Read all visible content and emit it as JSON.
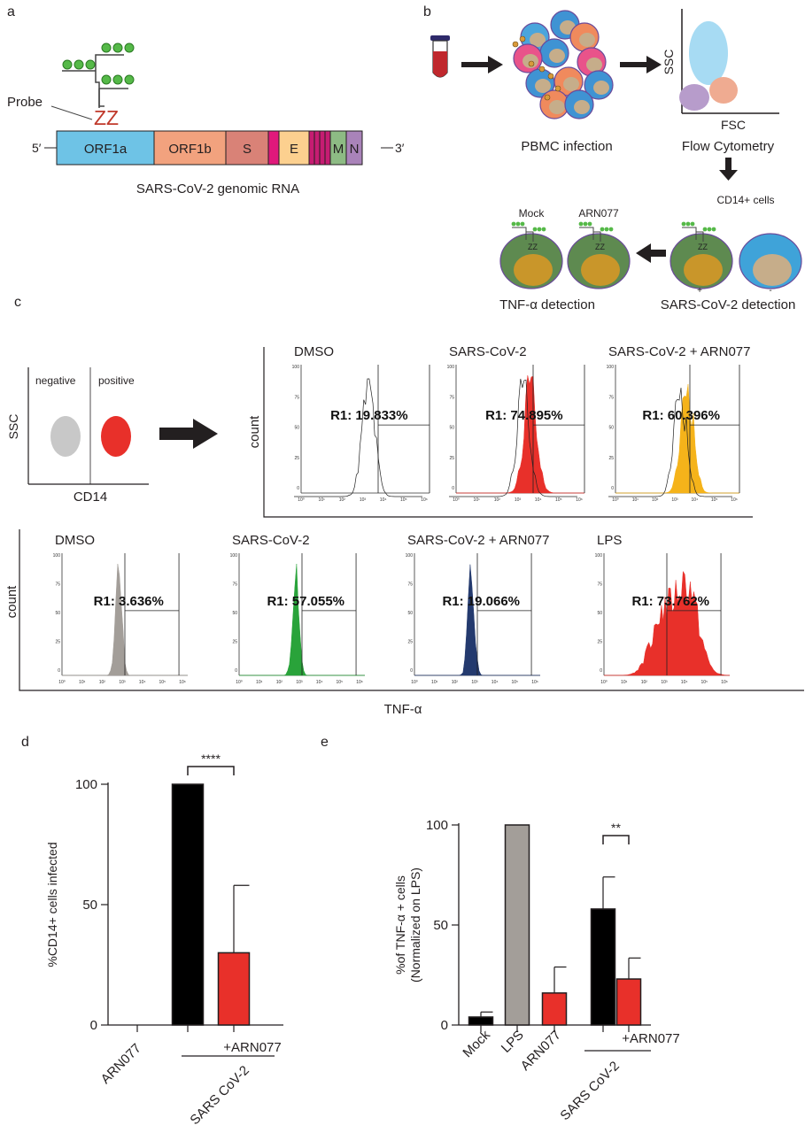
{
  "panel_letters": {
    "a": "a",
    "b": "b",
    "c": "c",
    "d": "d",
    "e": "e"
  },
  "panel_a": {
    "probe_label": "Probe",
    "probe_glyph": "ZZ",
    "five_prime": "5′",
    "three_prime": "3′",
    "caption": "SARS-CoV-2 genomic RNA",
    "segments": [
      {
        "label": "ORF1a",
        "color": "#6ec3e6"
      },
      {
        "label": "ORF1b",
        "color": "#f2a27e"
      },
      {
        "label": "S",
        "color": "#d98277"
      },
      {
        "label": "",
        "color": "#e0197b"
      },
      {
        "label": "E",
        "color": "#fcd08f"
      },
      {
        "label": "",
        "color": "#c61c72"
      },
      {
        "label": "M",
        "color": "#8dbb84"
      },
      {
        "label": "N",
        "color": "#a983b9"
      }
    ]
  },
  "panel_b": {
    "pbmc_label": "PBMC infection",
    "flow_label": "Flow Cytometry",
    "ssc": "SSC",
    "fsc": "FSC",
    "cd14_cells": "CD14+ cells",
    "mock": "Mock",
    "arn077": "ARN077",
    "zz": "ZZ",
    "plus": "+",
    "minus": "-",
    "tnf_detection": "TNF-α detection",
    "sars_detection": "SARS-CoV-2 detection"
  },
  "panel_c": {
    "gate": {
      "negative": "negative",
      "positive": "positive",
      "ssc": "SSC",
      "cd14": "CD14"
    },
    "count_label": "count",
    "tnf_label": "TNF-α",
    "tick_labels": [
      "10⁰",
      "10¹",
      "10²",
      "10³",
      "10⁴",
      "10⁵",
      "10⁶"
    ],
    "y_ticks": [
      "100",
      "75",
      "50",
      "25",
      "0"
    ],
    "top_histograms": [
      {
        "title": "DMSO",
        "r1": "R1: 19.833%",
        "fill": "none"
      },
      {
        "title": "SARS-CoV-2",
        "r1": "R1: 74.895%",
        "fill": "#e8302a"
      },
      {
        "title": "SARS-CoV-2 + ARN077",
        "r1": "R1: 60.396%",
        "fill": "#f5b31a"
      }
    ],
    "bottom_histograms": [
      {
        "title": "DMSO",
        "r1": "R1: 3.636%",
        "fill": "#a39e99"
      },
      {
        "title": "SARS-CoV-2",
        "r1": "R1: 57.055%",
        "fill": "#29a33a"
      },
      {
        "title": "SARS-CoV-2 + ARN077",
        "r1": "R1: 19.066%",
        "fill": "#243a6e"
      },
      {
        "title": "LPS",
        "r1": "R1: 73.762%",
        "fill": "#e8302a"
      }
    ]
  },
  "chart_data": [
    {
      "panel": "d",
      "type": "bar",
      "categories": [
        "ARN077",
        "SARS CoV-2",
        "SARS CoV-2 +ARN077"
      ],
      "values": [
        0,
        100,
        30
      ],
      "errors": [
        0,
        0,
        28
      ],
      "colors": [
        "#000000",
        "#000000",
        "#e8302a"
      ],
      "ylabel": "%CD14+ cells  infected",
      "ylim": [
        0,
        100
      ],
      "yticks": [
        0,
        50,
        100
      ],
      "xtick_labels": [
        "ARN077",
        "+ARN077"
      ],
      "group_label": "SARS CoV-2",
      "significance": {
        "between": [
          1,
          2
        ],
        "label": "****"
      }
    },
    {
      "panel": "e",
      "type": "bar",
      "categories": [
        "Mock",
        "LPS",
        "ARN077",
        "SARS CoV-2",
        "SARS CoV-2 +ARN077"
      ],
      "values": [
        4,
        100,
        16,
        58,
        23
      ],
      "errors": [
        2.5,
        0,
        13,
        16,
        10.5
      ],
      "colors": [
        "#000000",
        "#a39e99",
        "#e8302a",
        "#000000",
        "#e8302a"
      ],
      "ylabel": "%of TNF-α + cells",
      "ylabel2": "(Normalized on LPS)",
      "ylim": [
        0,
        100
      ],
      "yticks": [
        0,
        50,
        100
      ],
      "xtick_labels": [
        "Mock",
        "LPS",
        "ARN077",
        "+ARN077"
      ],
      "group_label": "SARS CoV-2",
      "significance": {
        "between": [
          3,
          4
        ],
        "label": "**"
      }
    }
  ]
}
